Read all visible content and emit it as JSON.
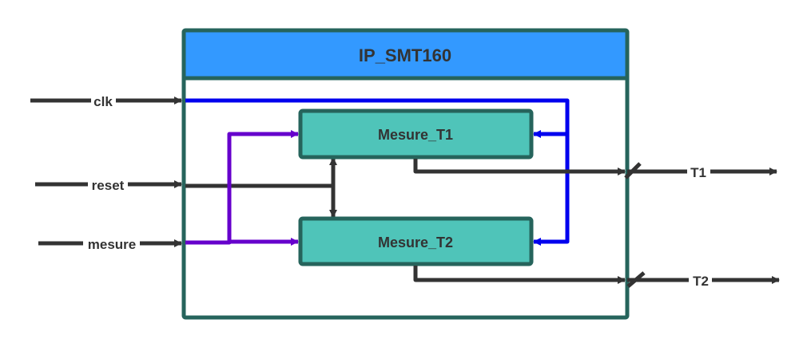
{
  "diagram": {
    "title": "IP_SMT160",
    "colors": {
      "outline": "#26645c",
      "header_fill": "#3399ff",
      "block_fill": "#4fc4b9",
      "clock_wire": "#0000ee",
      "mesure_wire": "#6600cc",
      "signal_wire": "#333333",
      "text": "#333333"
    },
    "inputs": [
      {
        "id": "clk",
        "label": "clk"
      },
      {
        "id": "reset",
        "label": "reset"
      },
      {
        "id": "mesure",
        "label": "mesure"
      }
    ],
    "outputs": [
      {
        "id": "T1",
        "label": "T1",
        "bus": true
      },
      {
        "id": "T2",
        "label": "T2",
        "bus": true
      }
    ],
    "blocks": [
      {
        "id": "mesure_t1",
        "label": "Mesure_T1"
      },
      {
        "id": "mesure_t2",
        "label": "Mesure_T2"
      }
    ],
    "connections": [
      {
        "from": "clk",
        "to": [
          "mesure_t1",
          "mesure_t2"
        ]
      },
      {
        "from": "reset",
        "to": [
          "mesure_t1",
          "mesure_t2"
        ]
      },
      {
        "from": "mesure",
        "to": [
          "mesure_t1",
          "mesure_t2"
        ]
      },
      {
        "from": "mesure_t1",
        "to": [
          "T1"
        ]
      },
      {
        "from": "mesure_t2",
        "to": [
          "T2"
        ]
      }
    ]
  }
}
